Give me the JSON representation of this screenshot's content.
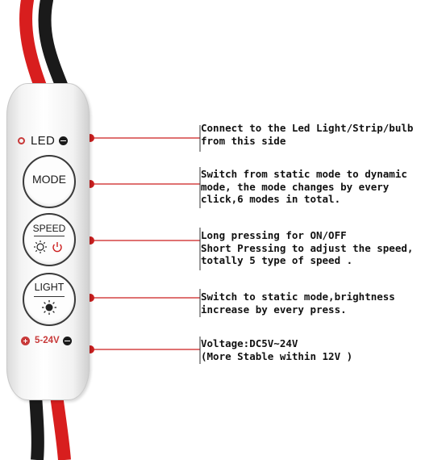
{
  "device": {
    "led_label": "LED",
    "mode_label": "MODE",
    "speed_label": "SPEED",
    "light_label": "LIGHT",
    "voltage_label": "5-24V",
    "wire_red": "#d81e1e",
    "wire_black": "#1a1a1a",
    "callout_red": "#cc1f1f"
  },
  "annotations": [
    {
      "lines": [
        "Connect to the Led Light/Strip/bulb",
        "from this side"
      ]
    },
    {
      "lines": [
        "Switch from static mode to dynamic",
        "mode, the mode changes by every",
        "click,6 modes in total."
      ]
    },
    {
      "lines": [
        "Long pressing for ON/OFF",
        "Short Pressing to adjust the speed,",
        "totally 5 type of speed ."
      ]
    },
    {
      "lines": [
        "Switch to static mode,brightness",
        "increase by every press."
      ]
    },
    {
      "lines": [
        "Voltage:DC5V~24V",
        "(More Stable within 12V )"
      ]
    }
  ]
}
